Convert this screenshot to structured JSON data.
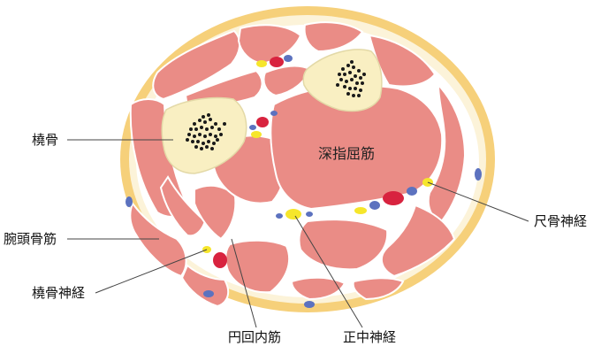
{
  "labels": {
    "radius": "橈骨",
    "fdp": "深指屈筋",
    "brachioradialis": "腕頭骨筋",
    "radial_nerve": "橈骨神経",
    "pronator_teres": "円回内筋",
    "median_nerve": "正中神経",
    "ulnar_nerve": "尺骨神経"
  },
  "colors": {
    "skin": "#f6d07a",
    "fat": "#fcf3d9",
    "muscle": "#ea8c86",
    "bone": "#f9efc2",
    "artery": "#d8233f",
    "vein": "#5c72bf",
    "nerve": "#f6e62b",
    "marrow": "#1a1a1a",
    "leader": "#444444"
  }
}
